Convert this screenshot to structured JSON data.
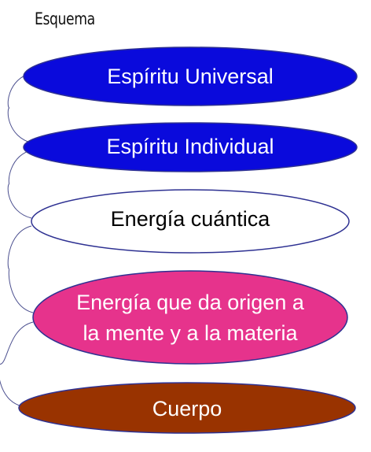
{
  "title": "Esquema",
  "nodes": [
    {
      "id": "espiritu-universal",
      "lines": [
        "Espíritu Universal"
      ],
      "fill": "#0a0adc",
      "text_color": "#ffffff"
    },
    {
      "id": "espiritu-individual",
      "lines": [
        "Espíritu Individual"
      ],
      "fill": "#0a0adc",
      "text_color": "#ffffff"
    },
    {
      "id": "energia-cuantica",
      "lines": [
        "Energía cuántica"
      ],
      "fill": "#ffffff",
      "text_color": "#000000"
    },
    {
      "id": "energia-mente-materia",
      "lines": [
        "Energía que da origen a",
        "la mente y a la materia"
      ],
      "fill": "#e6338c",
      "text_color": "#ffffff"
    },
    {
      "id": "cuerpo",
      "lines": [
        "Cuerpo"
      ],
      "fill": "#993300",
      "text_color": "#ffffff"
    }
  ],
  "colors": {
    "outline": "#2e3192",
    "connector": "#4b4f8f"
  }
}
